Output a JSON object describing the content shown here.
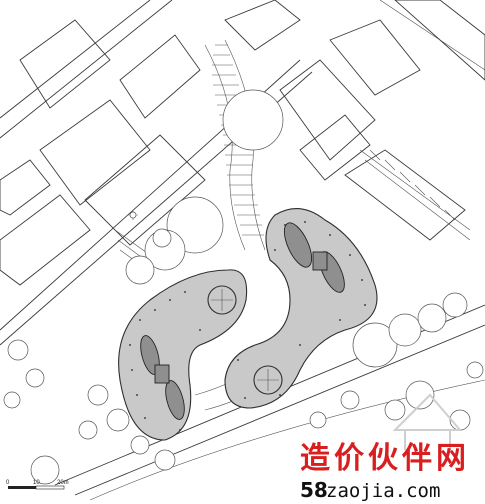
{
  "watermark": {
    "chinese_text": "造价伙伴网",
    "domain_prefix": "58",
    "domain_suffix": "zaojia.com",
    "color": "#d81e1e"
  },
  "scale_bar": {
    "label_zero": "0",
    "label_mid": "10",
    "label_end": "20m"
  },
  "colors": {
    "building_fill": "#c9c9c9",
    "core_fill": "#8f8f8f",
    "line": "#3a3a3a"
  }
}
